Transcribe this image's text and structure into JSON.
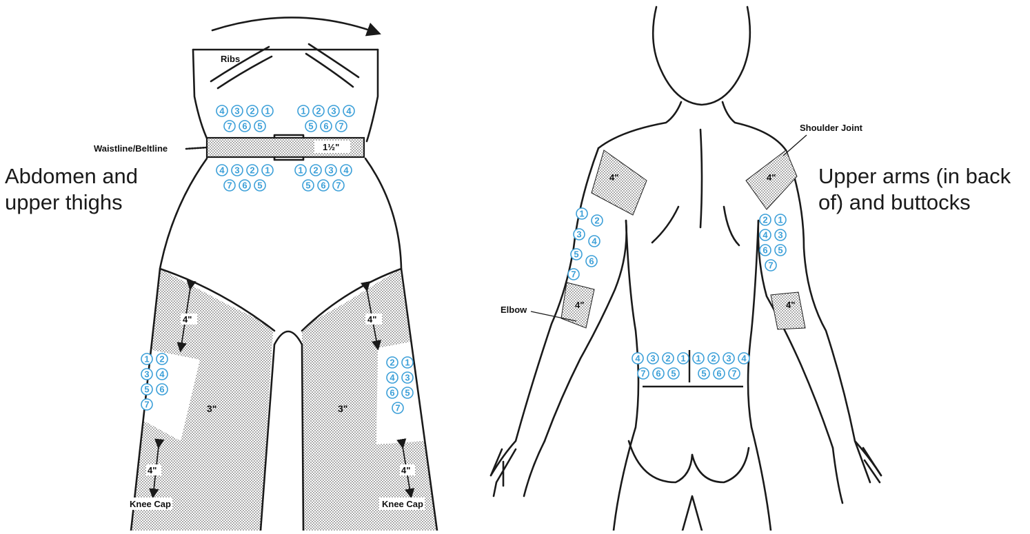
{
  "captions": {
    "left_line1": "Abdomen and",
    "left_line2": "upper thighs",
    "right_line1": "Upper arms (in back",
    "right_line2": "of) and  buttocks"
  },
  "labels": {
    "ribs": "Ribs",
    "waistline": "Waistline/Beltline",
    "belt_width": "1½\"",
    "four_in": "4\"",
    "three_in": "3\"",
    "knee_cap": "Knee Cap",
    "shoulder_joint": "Shoulder Joint",
    "elbow": "Elbow"
  },
  "colors": {
    "site_number": "#3b9fd8",
    "outline": "#1a1a1a",
    "shaded_zone": "#8c8c8c"
  },
  "site_groups": {
    "abdomen_upper_left": {
      "rows": [
        [
          "4",
          "3",
          "2",
          "1"
        ],
        [
          "7",
          "6",
          "5"
        ]
      ]
    },
    "abdomen_upper_right": {
      "rows": [
        [
          "1",
          "2",
          "3",
          "4"
        ],
        [
          "5",
          "6",
          "7"
        ]
      ]
    },
    "abdomen_lower_left": {
      "rows": [
        [
          "4",
          "3",
          "2",
          "1"
        ],
        [
          "7",
          "6",
          "5"
        ]
      ]
    },
    "abdomen_lower_right": {
      "rows": [
        [
          "1",
          "2",
          "3",
          "4"
        ],
        [
          "5",
          "6",
          "7"
        ]
      ]
    },
    "thigh_left": {
      "rows": [
        [
          "1",
          "2"
        ],
        [
          "3",
          "4"
        ],
        [
          "5",
          "6"
        ],
        [
          "7"
        ]
      ]
    },
    "thigh_right": {
      "rows": [
        [
          "2",
          "1"
        ],
        [
          "4",
          "3"
        ],
        [
          "6",
          "5"
        ],
        [
          "7"
        ]
      ]
    },
    "arm_left": {
      "rows": [
        [
          "1"
        ],
        [
          "2"
        ],
        [
          "3"
        ],
        [
          "4"
        ],
        [
          "5"
        ],
        [
          "6"
        ],
        [
          "7"
        ]
      ]
    },
    "arm_right": {
      "rows": [
        [
          "2",
          "1"
        ],
        [
          "4",
          "3"
        ],
        [
          "6",
          "5"
        ],
        [
          "7"
        ]
      ]
    },
    "buttock_left": {
      "rows": [
        [
          "4",
          "3",
          "2",
          "1"
        ],
        [
          "7",
          "6",
          "5"
        ]
      ]
    },
    "buttock_right": {
      "rows": [
        [
          "1",
          "2",
          "3",
          "4"
        ],
        [
          "5",
          "6",
          "7"
        ]
      ]
    }
  }
}
